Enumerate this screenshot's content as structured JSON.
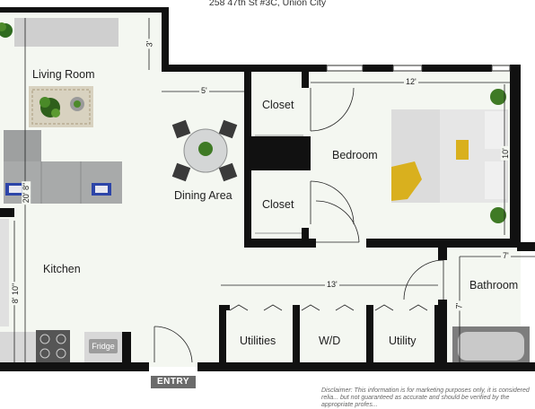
{
  "title": "258 47th St #3C, Union City",
  "rooms": {
    "living_room": "Living Room",
    "dining_area": "Dining Area",
    "kitchen": "Kitchen",
    "closet_top": "Closet",
    "closet_bottom": "Closet",
    "bedroom": "Bedroom",
    "bathroom": "Bathroom",
    "utilities": "Utilities",
    "wd": "W/D",
    "utility": "Utility"
  },
  "fixtures": {
    "fridge": "Fridge"
  },
  "dimensions": {
    "living_top": "3'",
    "living_hall": "5'",
    "living_height": "20' 8\"",
    "kitchen_height": "8' 10\"",
    "bedroom_width": "12'",
    "bedroom_height": "10'",
    "hall_width": "13'",
    "bath_width": "7'",
    "bath_height": "7'"
  },
  "entry": "ENTRY",
  "disclaimer": "Disclaimer: This information is for marketing purposes only, it is considered relia... but not guaranteed as accurate and should be verified by the appropriate profes..."
}
